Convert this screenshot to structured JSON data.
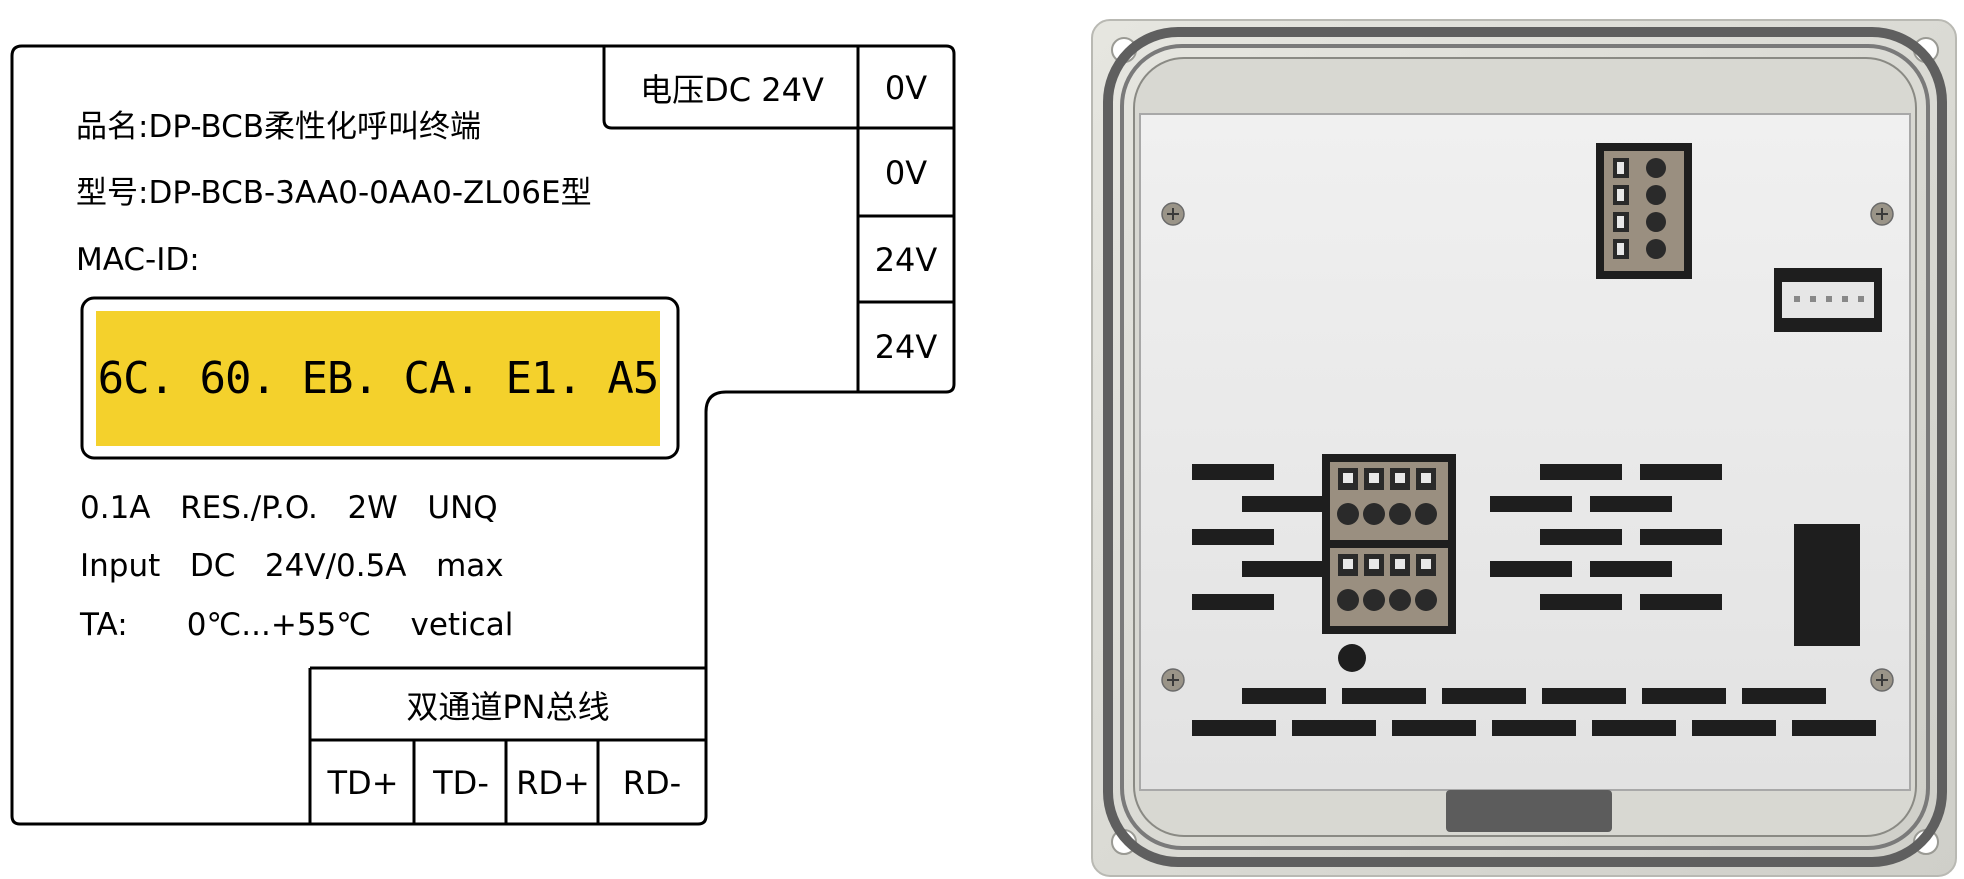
{
  "label": {
    "product_name": "品名:DP-BCB柔性化呼叫终端",
    "model": "型号:DP-BCB-3AA0-0AA0-ZL06E型",
    "mac_id_label": "MAC-ID:",
    "mac_id_value": "6C. 60. EB. CA. E1. A5",
    "specs": [
      "0.1A   RES./P.O.   2W   UNQ",
      "Input   DC   24V/0.5A   max",
      "TA:      0℃...+55℃    vetical"
    ],
    "voltage_title": "电压DC 24V",
    "voltage_pins": [
      "0V",
      "0V",
      "24V",
      "24V"
    ],
    "bus_title": "双通道PN总线",
    "bus_pins": [
      "TD+",
      "TD-",
      "RD+",
      "RD-"
    ],
    "mac_color": "#f4d12c"
  },
  "device": {
    "icons": [
      "screw-icon",
      "terminal-block-icon",
      "connector-icon",
      "vent-slot-icon",
      "led-indicator-icon"
    ],
    "panel_color": "#e8e8e8",
    "frame_color": "#5f5f5f"
  }
}
